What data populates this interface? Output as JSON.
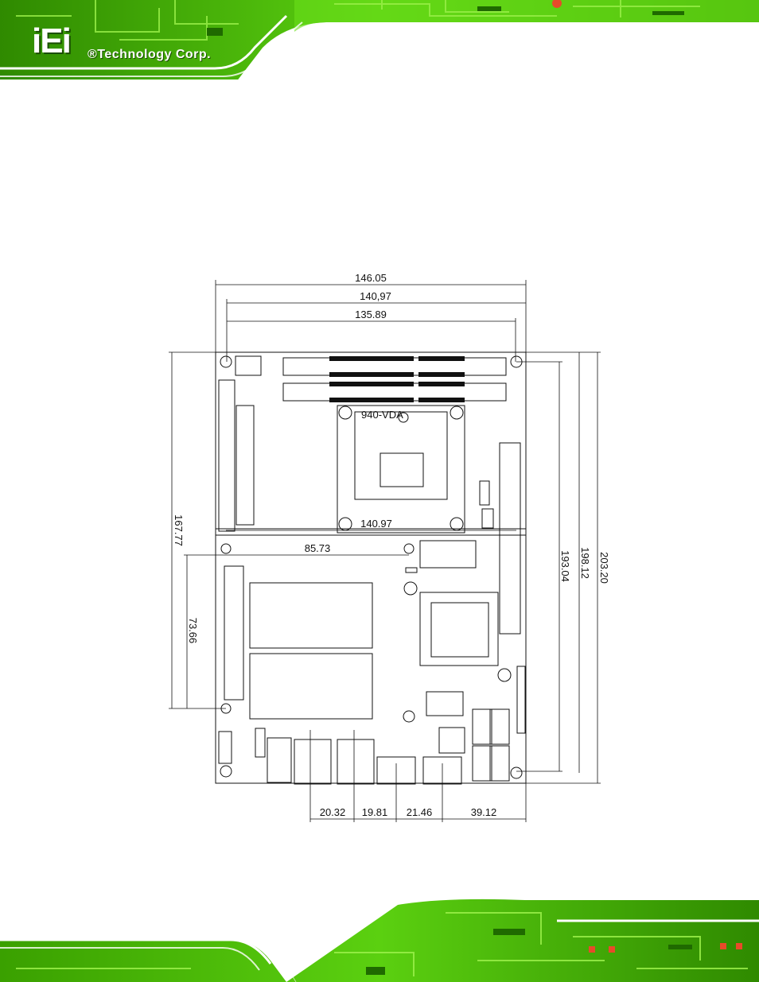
{
  "header": {
    "logo_mark": "iEi",
    "brand_text": "®Technology Corp."
  },
  "drawing": {
    "chip_label": "940-VDA",
    "dimensions": {
      "top_overall": "146.05",
      "top_second": "140,97",
      "top_third": "135.89",
      "cpu_inner": "140.97",
      "middle_horizontal": "85.73",
      "left_tall": "167.77",
      "left_short": "73.66",
      "right_inner": "193.04",
      "right_mid": "198.12",
      "right_outer": "203.20",
      "bottom_1": "20.32",
      "bottom_2": "19.81",
      "bottom_3": "21.46",
      "bottom_4": "39.12"
    }
  },
  "colors": {
    "pcb_green": "#55c40a",
    "pcb_dark": "#1f6a00",
    "trace_light": "#9bf04a"
  }
}
